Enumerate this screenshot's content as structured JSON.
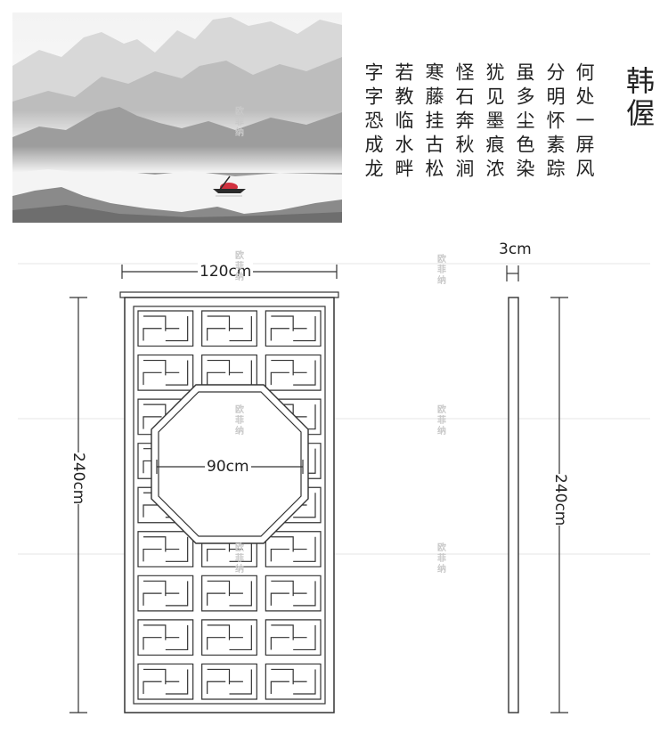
{
  "poem": {
    "title": "韩偓",
    "columns": [
      "何处一屏风",
      "分明怀素踪",
      "虽多尘色染",
      "犹见墨痕浓",
      "怪石奔秋涧",
      "寒藤挂古松",
      "若教临水畔",
      "字字恐成龙"
    ]
  },
  "dimensions": {
    "width": "120cm",
    "height_front": "240cm",
    "opening": "90cm",
    "thickness": "3cm",
    "height_side": "240cm"
  },
  "watermark": "欧菲纳",
  "colors": {
    "line": "#333333",
    "guide": "#e6e6e6",
    "boat_sail": "#d2313f"
  }
}
